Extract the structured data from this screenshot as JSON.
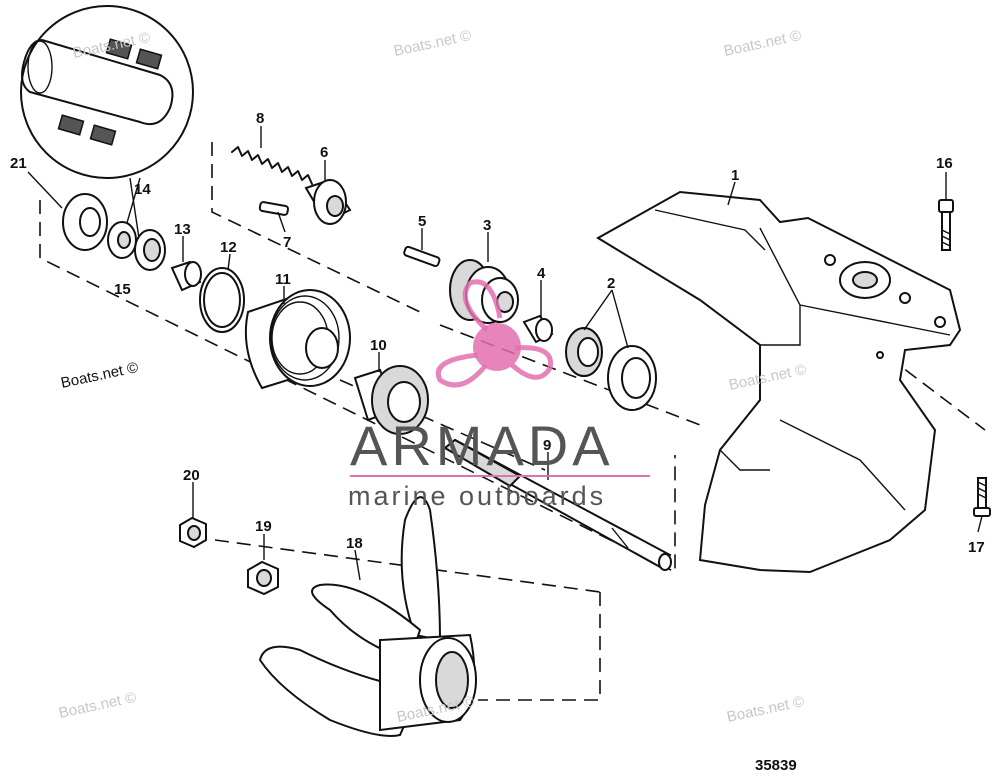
{
  "callouts": [
    "1",
    "2",
    "3",
    "4",
    "5",
    "6",
    "7",
    "8",
    "9",
    "10",
    "11",
    "12",
    "13",
    "14",
    "15",
    "16",
    "17",
    "18",
    "19",
    "20",
    "21"
  ],
  "drawing_number": "35839",
  "watermark_text": "Boats.net ©",
  "logo": {
    "name": "ARMADA",
    "tagline": "marine outboards",
    "accent_color": "#e36fb0"
  }
}
